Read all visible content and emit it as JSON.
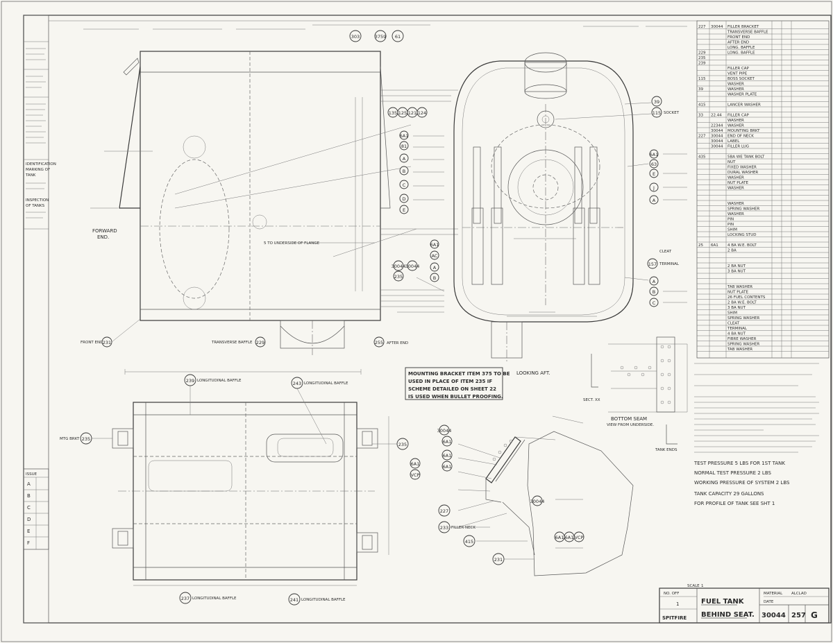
{
  "title_block": {
    "title_line1": "FUEL TANK",
    "title_line2": "BEHIND SEAT.",
    "drawing_number": "30044",
    "sheet_number": "257",
    "issue_letter": "G",
    "aircraft": "SPITFIRE",
    "scale_label": "SCALE",
    "scale_value": "1",
    "no_off": "1",
    "material": "ALCLAD"
  },
  "issue_box": {
    "header": "ISSUE",
    "letters": [
      "A",
      "B",
      "C",
      "D",
      "E",
      "F"
    ]
  },
  "notes": {
    "mounting_bracket": [
      "MOUNTING BRACKET ITEM 375 TO BE",
      "USED IN PLACE OF ITEM 235 IF",
      "SCHEME DETAILED ON SHEET 22",
      "IS USED WHEN BULLET PROOFING."
    ],
    "test_pressure": "TEST PRESSURE 5 LBS FOR 1ST TANK",
    "normal_test": "NORMAL TEST PRESSURE 2 LBS",
    "working_pressure": "WORKING PRESSURE OF SYSTEM 2 LBS",
    "tank_capacity": "TANK CAPACITY 29 GALLONS",
    "profile": "FOR PROFILE OF TANK SEE SHT 1"
  },
  "labels": {
    "forward_end": "FORWARD",
    "forward_end2": "END.",
    "looking_aft": "LOOKING AFT.",
    "bottom_seam": "BOTTOM SEAM",
    "view_from_underside": "VIEW FROM UNDERSIDE.",
    "sect_xx": "SECT. XX",
    "tank_ends": "TANK ENDS",
    "transverse_baffle": "TRANSVERSE BAFFLE",
    "front_end": "FRONT END",
    "after_end": "AFTER END",
    "mtg_bracket": "MTG BRKT",
    "longitudinal_baffle": "LONGITUDINAL BAFFLE",
    "filler_neck": "FILLER NECK",
    "socket": "SOCKET",
    "terminal": "TERMINAL",
    "cleat": "CLEAT"
  },
  "item_numbers": {
    "front_end": "231",
    "transverse_baffle": "229",
    "after_end": "255",
    "mtg_bracket": "235",
    "baffle_top": "239",
    "baffle_mid": "243",
    "baffle_bl": "237",
    "baffle_br": "241",
    "socket": "115",
    "washer": "39",
    "terminal": "157",
    "filler": "227",
    "filler_neck": "233",
    "neck_ring": "415",
    "neck_231": "231",
    "top_ref": "303",
    "top_ref2": "3759",
    "top_ref3": "61"
  },
  "parts_list": {
    "rows": [
      [
        "227",
        "30044",
        "FILLER BRACKET"
      ],
      [
        "",
        "",
        "TRANSVERSE BAFFLE"
      ],
      [
        "",
        "",
        "FRONT END"
      ],
      [
        "",
        "",
        "AFTER END"
      ],
      [
        "",
        "",
        "LONG. BAFFLE"
      ],
      [
        "229",
        "",
        "LONG. BAFFLE"
      ],
      [
        "235",
        "",
        ""
      ],
      [
        "239",
        "",
        ""
      ],
      [
        "",
        "",
        "FILLER CAP"
      ],
      [
        "",
        "",
        "VENT PIPE"
      ],
      [
        "115",
        "",
        "BOSS SOCKET"
      ],
      [
        "",
        "",
        "WASHER"
      ],
      [
        "39",
        "",
        "WASHER"
      ],
      [
        "",
        "",
        "WASHER PLATE"
      ],
      [
        "",
        "",
        ""
      ],
      [
        "415",
        "",
        "LANCER WASHER"
      ],
      [
        "",
        "",
        ""
      ],
      [
        "33",
        "22.44",
        "FILLER CAP"
      ],
      [
        "",
        "",
        "WASHER"
      ],
      [
        "",
        "22344",
        "WASHER"
      ],
      [
        "",
        "30044",
        "MOUNTING BRKT"
      ],
      [
        "227",
        "30044",
        "END OF NECK"
      ],
      [
        "",
        "30044",
        "LABEL"
      ],
      [
        "",
        "30044",
        "FILLER LUG"
      ],
      [
        "",
        "",
        ""
      ],
      [
        "435",
        "",
        "5BA WE TANK BOLT"
      ],
      [
        "",
        "",
        "NUT"
      ],
      [
        "",
        "",
        "FIXED WASHER"
      ],
      [
        "",
        "",
        "DURAL WASHER"
      ],
      [
        "",
        "",
        "WASHER"
      ],
      [
        "",
        "",
        "NUT PLATE"
      ],
      [
        "",
        "",
        "WASHER"
      ],
      [
        "",
        "",
        ""
      ],
      [
        "",
        "",
        ""
      ],
      [
        "",
        "",
        "WASHER"
      ],
      [
        "",
        "",
        "SPRING WASHER"
      ],
      [
        "",
        "",
        "WASHER"
      ],
      [
        "",
        "",
        "PIN"
      ],
      [
        "",
        "",
        "PIN"
      ],
      [
        "",
        "",
        "SHIM"
      ],
      [
        "",
        "",
        "LOCKING STUD"
      ],
      [
        "",
        "",
        ""
      ],
      [
        "25",
        "6A1",
        "4 BA W.E. BOLT"
      ],
      [
        "",
        "",
        "2 BA"
      ],
      [
        "",
        "",
        ""
      ],
      [
        "",
        "",
        ""
      ],
      [
        "",
        "",
        "2 BA NUT"
      ],
      [
        "",
        "",
        "3 BA NUT"
      ],
      [
        "",
        "",
        ""
      ],
      [
        "",
        "",
        ""
      ],
      [
        "",
        "",
        "TAB WASHER"
      ],
      [
        "",
        "",
        "NUT PLATE"
      ],
      [
        "",
        "",
        "26 FUEL CONTENTS"
      ],
      [
        "",
        "",
        "2 BA W.E. BOLT"
      ],
      [
        "",
        "",
        "3 BA NUT"
      ],
      [
        "",
        "",
        "SHIM"
      ],
      [
        "",
        "",
        "SPRING WASHER"
      ],
      [
        "",
        "",
        "CLEAT"
      ],
      [
        "",
        "",
        "TERMINAL"
      ],
      [
        "",
        "",
        "4 BA NUT"
      ],
      [
        "",
        "",
        "FIBRE WASHER"
      ],
      [
        "",
        "",
        "SPRING WASHER"
      ],
      [
        "",
        "",
        "TAB WASHER"
      ]
    ]
  },
  "left_margin_notes": [
    "IDENTIFICATION",
    "MARKING OF",
    "TANK",
    "INSPECTION",
    "OF TANKS"
  ],
  "title_strip": {
    "no_off": "NO. OFF",
    "material": "MATERIAL",
    "date": "DATE"
  }
}
